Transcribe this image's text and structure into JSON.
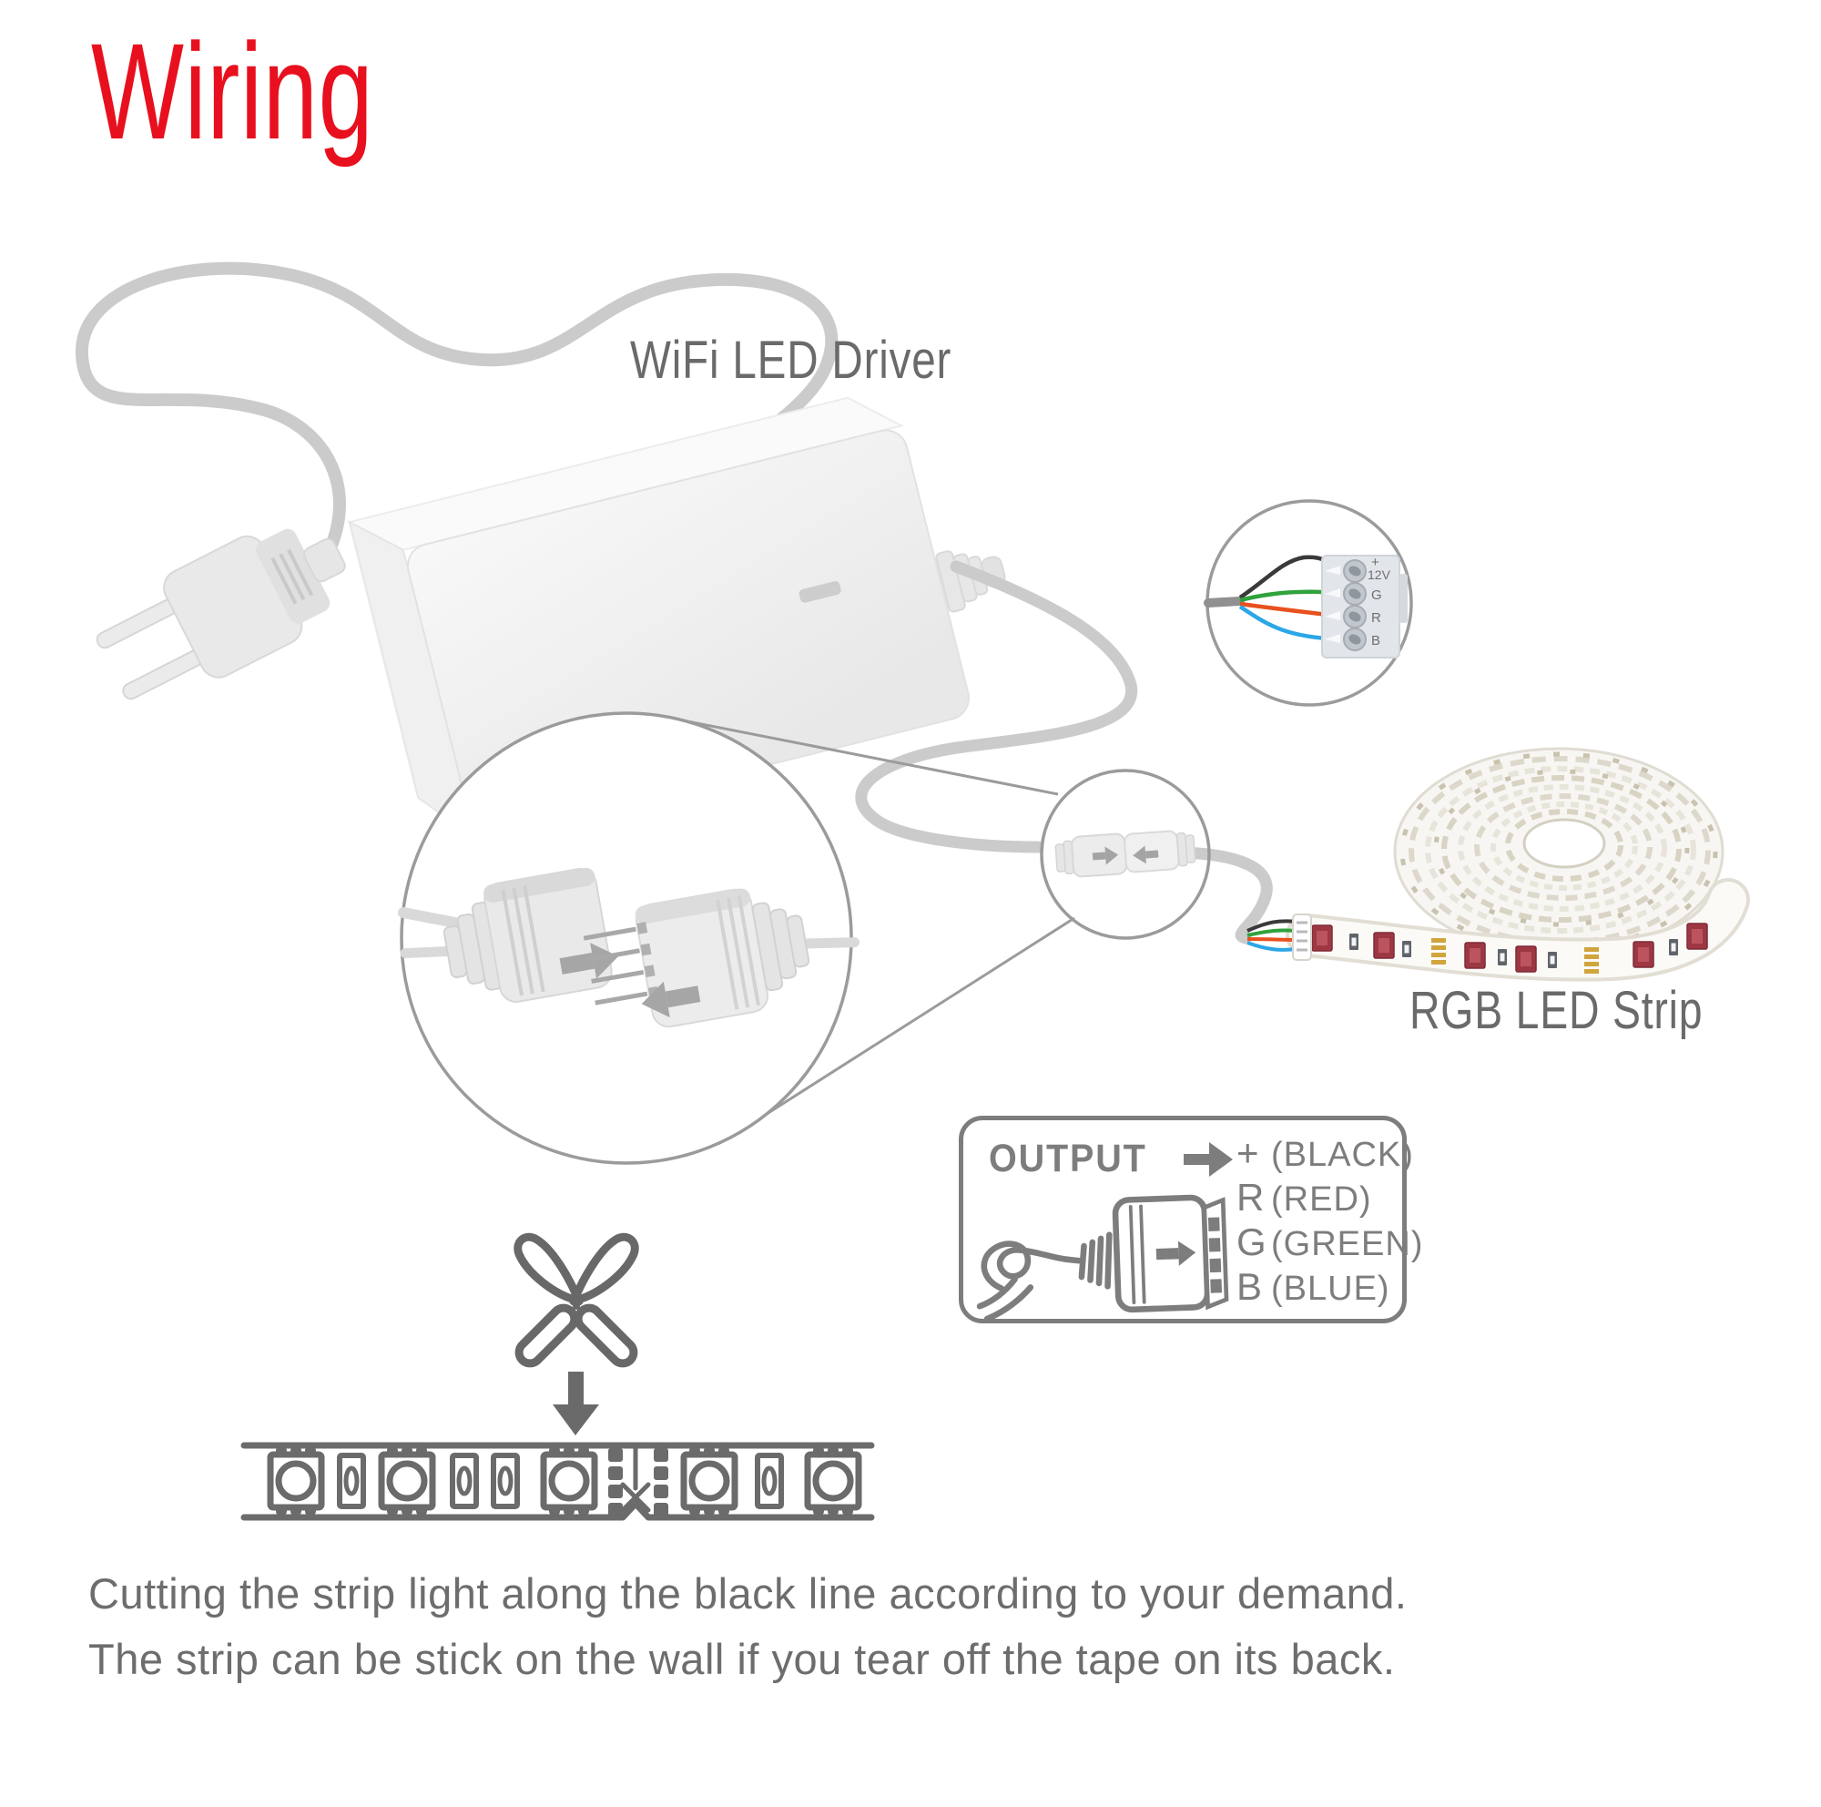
{
  "page": {
    "title": "Wiring"
  },
  "labels": {
    "driver": "WiFi LED Driver",
    "strip": "RGB LED Strip"
  },
  "terminal_detail": {
    "terminals": [
      {
        "sign": "+",
        "label": "12V",
        "wire": "black"
      },
      {
        "label": "G",
        "wire": "green"
      },
      {
        "label": "R",
        "wire": "red"
      },
      {
        "label": "B",
        "wire": "blue"
      }
    ]
  },
  "output_legend": {
    "title": "OUTPUT",
    "channels": [
      {
        "pin": "+",
        "name": "(BLACK)"
      },
      {
        "pin": "R",
        "name": "(RED)"
      },
      {
        "pin": "G",
        "name": "(GREEN)"
      },
      {
        "pin": "B",
        "name": "(BLUE)"
      }
    ]
  },
  "caption": {
    "line1": "Cutting the strip light along the black line according to your demand.",
    "line2": "The strip can be stick on the wall if you tear off the tape on its back."
  },
  "colors": {
    "title_red": "#e8101e",
    "text_gray": "#6d6d6d",
    "outline_gray": "#9b9b9b",
    "cable_gray": "#cbcbcb",
    "wire_black": "#3a3a3a",
    "wire_green": "#2fa23c",
    "wire_red": "#e8501e",
    "wire_blue": "#2ba7e8",
    "gold_pad": "#cfa53c",
    "led_chip": "#9d3843"
  },
  "icons": {
    "scissors-icon": "✂",
    "down-arrow-icon": "↓",
    "connect-arrow-right-icon": "→",
    "connect-arrow-left-icon": "←",
    "output-arrow-icon": "➜"
  }
}
